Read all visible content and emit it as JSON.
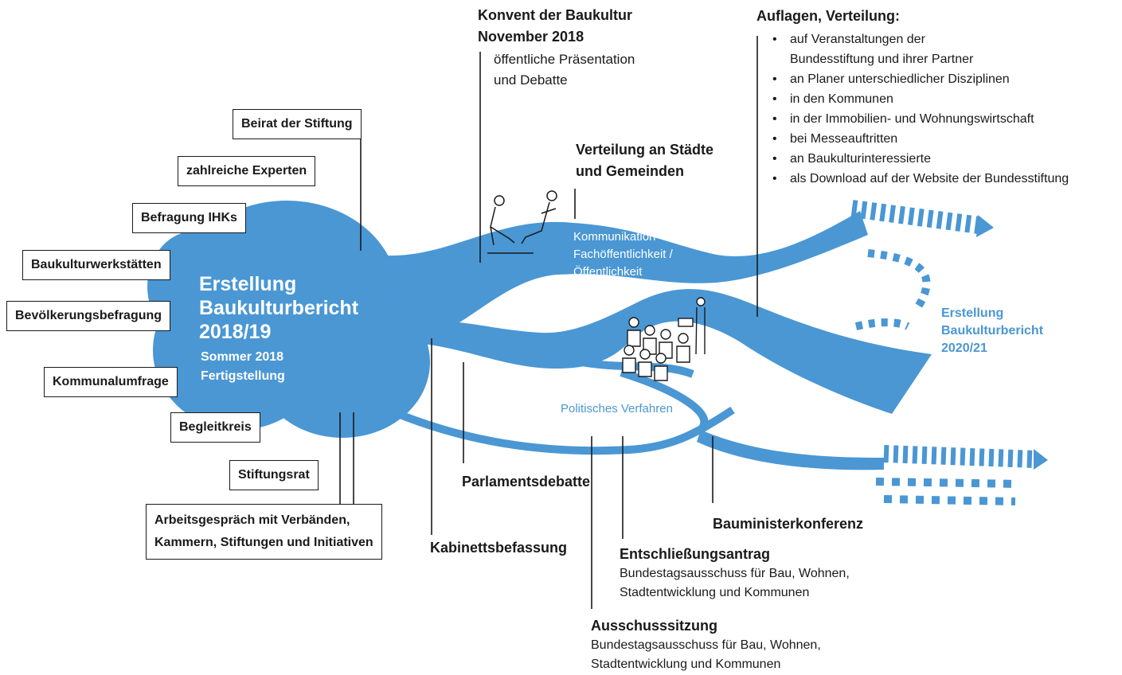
{
  "center": {
    "title_lines": [
      "Erstellung",
      "Baukulturbericht",
      "2018/19"
    ],
    "sub_lines": [
      "Sommer 2018",
      "Fertigstellung"
    ]
  },
  "boxes": {
    "beirat": "Beirat der Stiftung",
    "experten": "zahlreiche Experten",
    "ihks": "Befragung IHKs",
    "werkstaetten": "Baukulturwerkstätten",
    "bevoelkerung": "Bevölkerungsbefragung",
    "kommunal": "Kommunalumfrage",
    "begleitkreis": "Begleitkreis",
    "stiftungsrat": "Stiftungsrat",
    "arbeitsgespraech_lines": [
      "Arbeitsgespräch mit Verbänden,",
      "Kammern, Stiftungen und Initiativen"
    ]
  },
  "konvent": {
    "title_lines": [
      "Konvent der Baukultur",
      "November 2018"
    ],
    "sub_lines": [
      "öffentliche Präsentation",
      "und Debatte"
    ]
  },
  "verteilung_staedte_lines": [
    "Verteilung an Städte",
    "und Gemeinden"
  ],
  "kommunikation_lines": [
    "Kommunikation",
    "Fachöffentlichkeit /",
    "Öffentlichkeit"
  ],
  "auflagen": {
    "title": "Auflagen, Verteilung:",
    "items": [
      "auf Veranstaltungen der\nBundesstiftung und ihrer Partner",
      "an Planer unterschiedlicher Disziplinen",
      "in den Kommunen",
      "in der Immobilien- und Wohnungswirtschaft",
      "bei Messeauftritten",
      "an Baukulturinteressierte",
      "als Download auf der Website der Bundesstiftung"
    ]
  },
  "next_report_lines": [
    "Erstellung",
    "Baukulturbericht",
    "2020/21"
  ],
  "politisches_verfahren": "Politisches Verfahren",
  "parlamentsdebatte": "Parlamentsdebatte",
  "kabinettsbefassung": "Kabinettsbefassung",
  "bauministerkonferenz": "Bauministerkonferenz",
  "entschliessung": {
    "title": "Entschließungsantrag",
    "sub_lines": [
      "Bundestagsausschuss für Bau, Wohnen,",
      "Stadtentwicklung und Kommunen"
    ]
  },
  "ausschuss": {
    "title": "Ausschusssitzung",
    "sub_lines": [
      "Bundestagsausschuss für Bau, Wohnen,",
      "Stadtentwicklung und Kommunen"
    ]
  },
  "colors": {
    "blue": "#4a97d4",
    "text": "#1a1a1a",
    "white": "#ffffff"
  },
  "icons": [
    "conversation-icon",
    "lecture-audience-icon",
    "arrow-right-icon"
  ]
}
